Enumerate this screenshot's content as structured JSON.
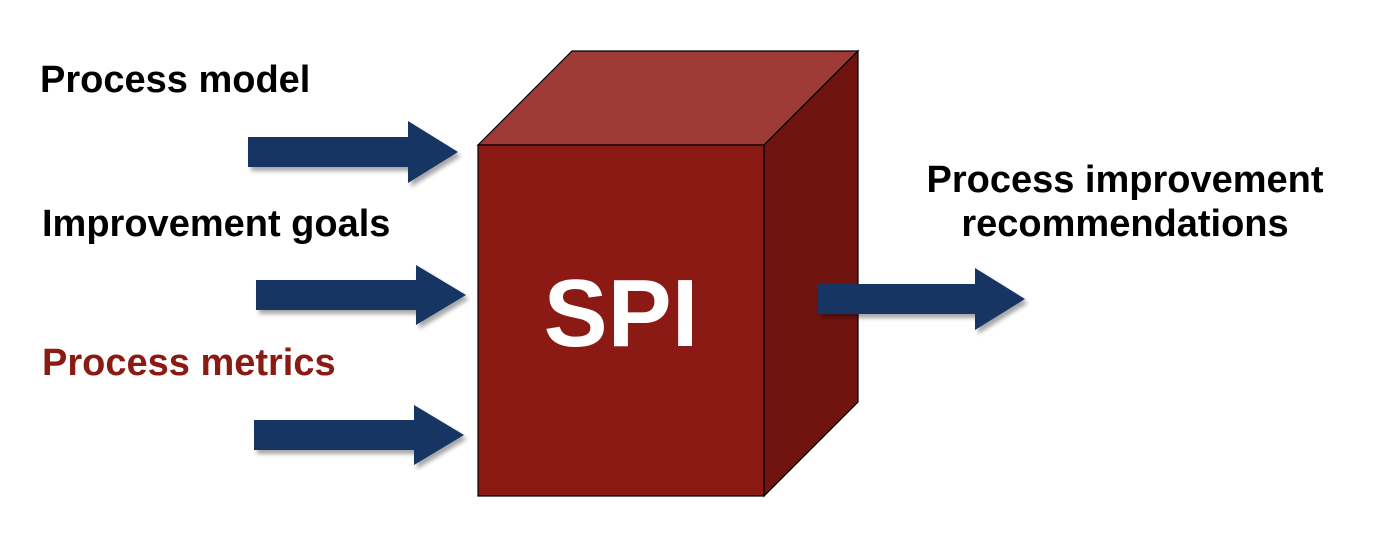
{
  "inputs": {
    "process_model": "Process model",
    "improvement_goals": "Improvement goals",
    "process_metrics": "Process metrics"
  },
  "box": {
    "label": "SPI"
  },
  "output": {
    "line1": "Process improvement",
    "line2": "recommendations"
  },
  "colors": {
    "arrow": "#143463",
    "cube_front": "#8c1a14",
    "cube_top": "#9e3a36",
    "cube_side": "#6f140f",
    "metrics_text": "#8c1a14",
    "box_text": "#ffffff"
  }
}
